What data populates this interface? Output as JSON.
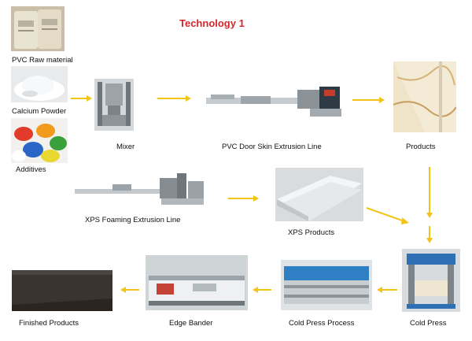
{
  "title": "Technology 1",
  "accent_color": "#d7262a",
  "arrow_color": "#f2c418",
  "labels": {
    "pvc_raw": "PVC Raw material",
    "calcium": "Calcium Powder",
    "additives": "Additives",
    "mixer": "Mixer",
    "pvc_line": "PVC Door Skin Extrusion Line",
    "products": "Products",
    "xps_line": "XPS Foaming Extrusion Line",
    "xps_products": "XPS Products",
    "finished": "Finished Products",
    "edge_bander": "Edge Bander",
    "cold_press_process": "Cold Press Process",
    "cold_press": "Cold Press"
  }
}
